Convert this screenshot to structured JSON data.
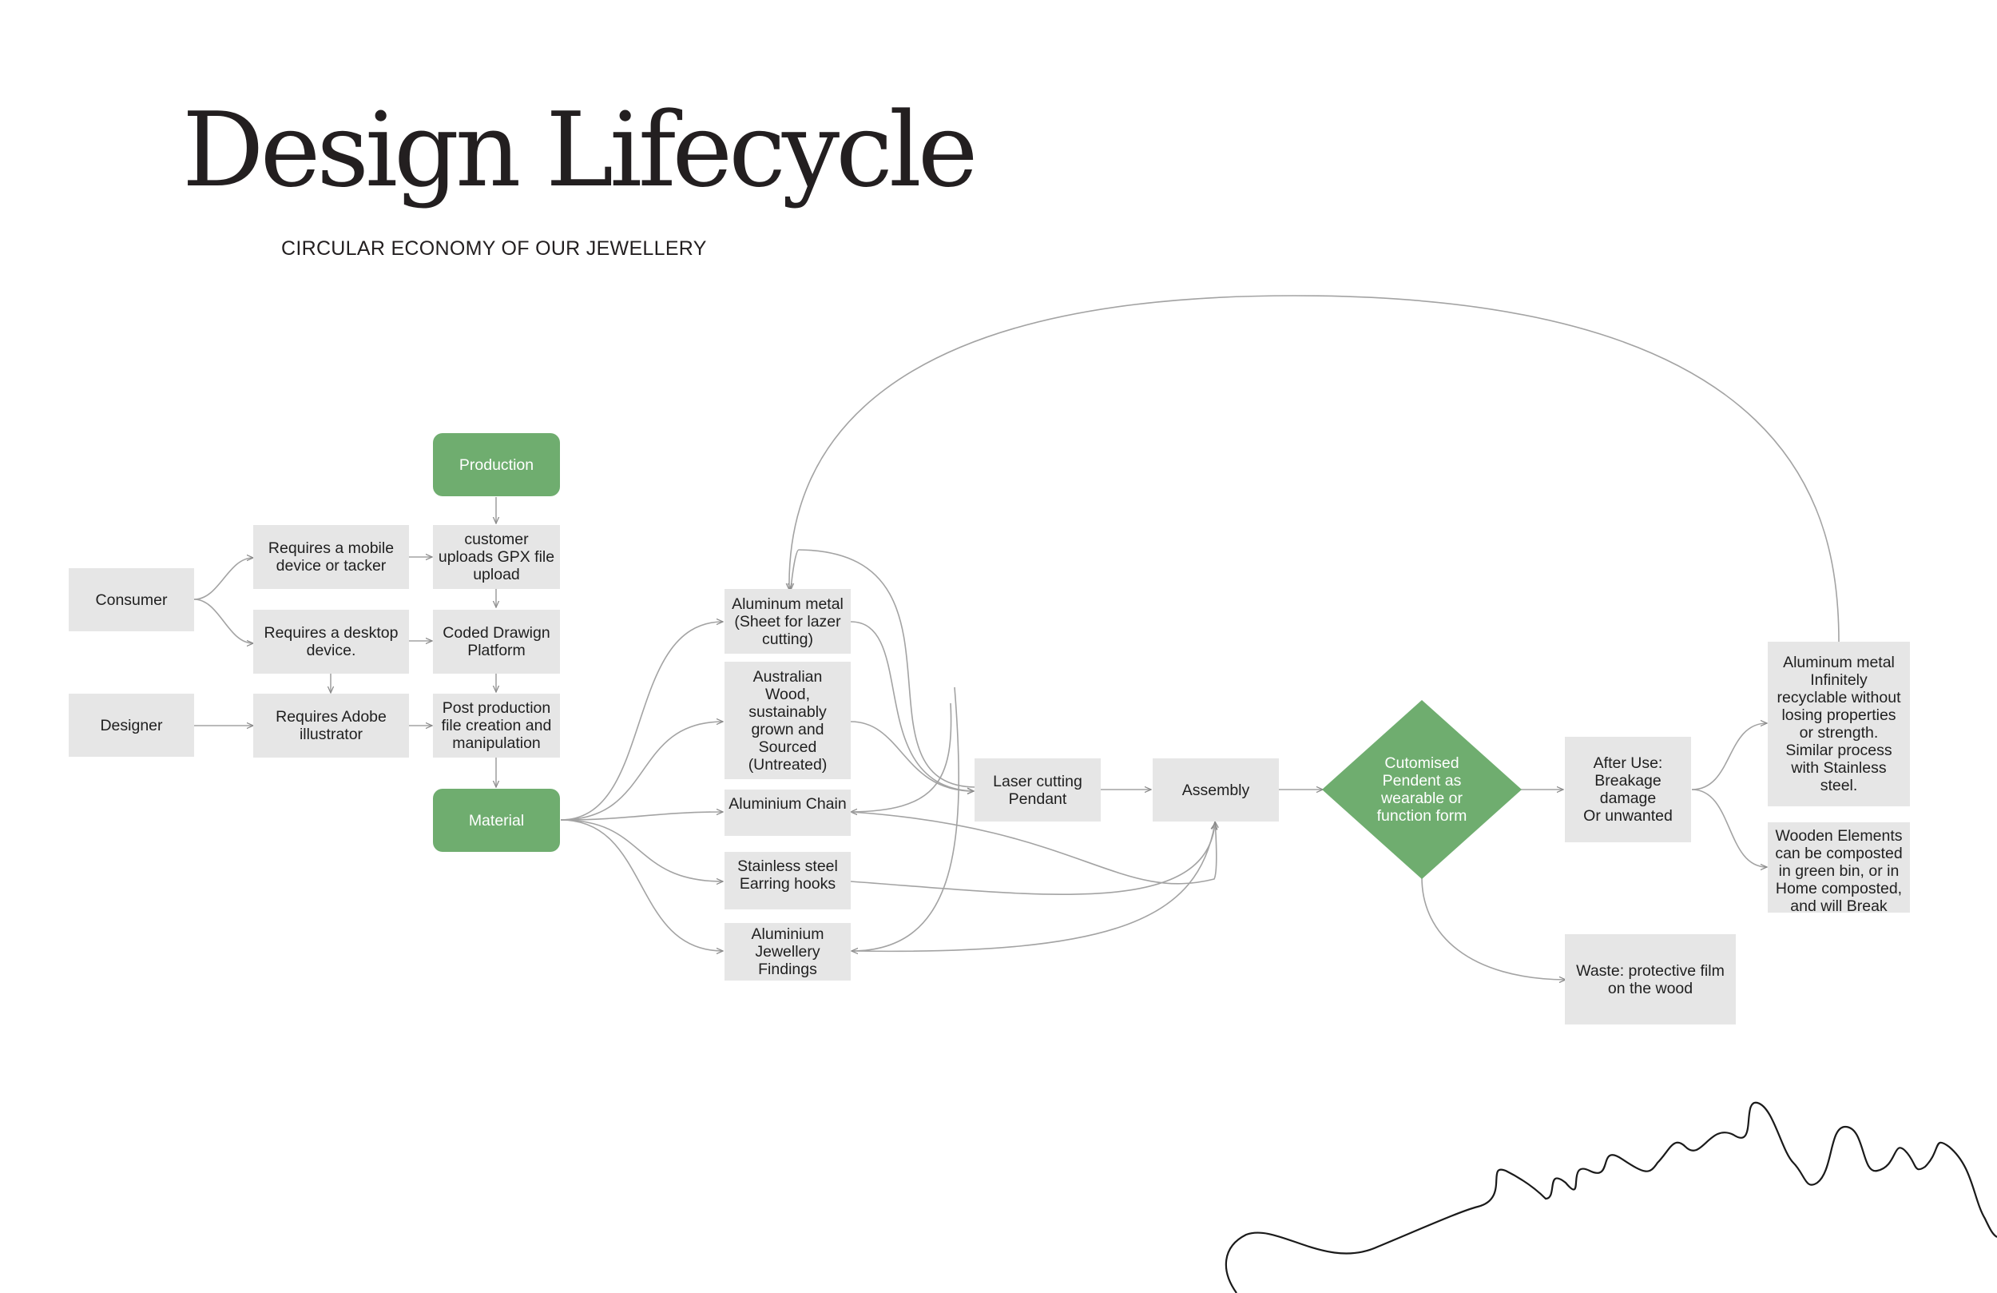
{
  "header": {
    "title": "Design Lifecycle",
    "subtitle": "CIRCULAR ECONOMY OF OUR JEWELLERY"
  },
  "colors": {
    "accent": "#6fad6f",
    "box": "#e6e6e6",
    "line": "#9a9a9a",
    "text": "#1f1f1f"
  },
  "nodes": {
    "consumer": "Consumer",
    "designer": "Designer",
    "mobile": "Requires a mobile\ndevice or tacker",
    "desktop": "Requires a desktop\ndevice.",
    "adobe": "Requires Adobe\nillustrator",
    "production": "Production",
    "gpx": "customer\nuploads GPX file\nupload",
    "coded": "Coded Drawign\nPlatform",
    "post": "Post production\nfile creation and\nmanipulation",
    "material": "Material",
    "aluminum_sheet": "Aluminum metal\n(Sheet for lazer\ncutting)",
    "wood": "Australian\nWood,\nsustainably\ngrown and\nSourced\n(Untreated)",
    "chain": "Aluminium Chain",
    "hooks": "Stainless steel\nEarring hooks",
    "findings": "Aluminium\nJewellery\nFindings",
    "laser": "Laser cutting\nPendant",
    "assembly": "Assembly",
    "customised": "Cutomised\nPendent as\nwearable or\nfunction form",
    "after_use": "After Use:\nBreakage\ndamage\nOr unwanted",
    "recyclable": "Aluminum metal\nInfinitely\nrecyclable without\nlosing properties\nor strength.\nSimilar process\nwith Stainless\nsteel.",
    "wooden": "Wooden Elements\ncan be composted\nin green bin, or in\nHome composted,\nand will Break",
    "waste": "Waste: protective film\non the wood"
  }
}
